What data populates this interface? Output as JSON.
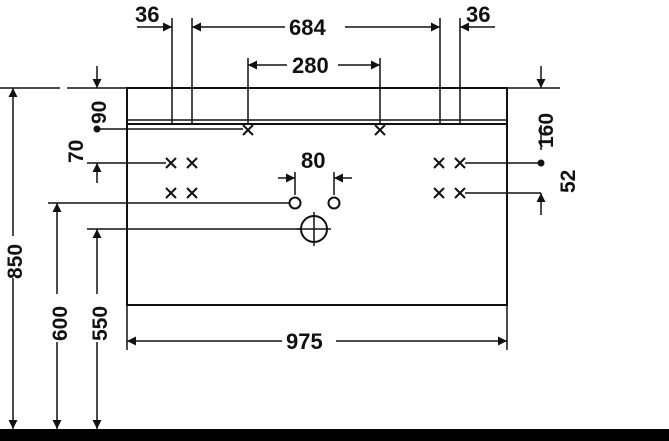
{
  "diagram": {
    "dimensions": {
      "left_margin": "36",
      "bracket_spacing": "684",
      "right_margin": "36",
      "center_spacing": "280",
      "top_panel_height": "90",
      "bracket_offset": "70",
      "tap_hole_spacing": "80",
      "panel_height": "160",
      "bracket_pitch": "52",
      "total_height": "850",
      "hole_height": "600",
      "waste_height": "550",
      "total_width": "975"
    },
    "colors": {
      "line": "#111111",
      "floor": "#000000",
      "background": "#ffffff"
    }
  }
}
